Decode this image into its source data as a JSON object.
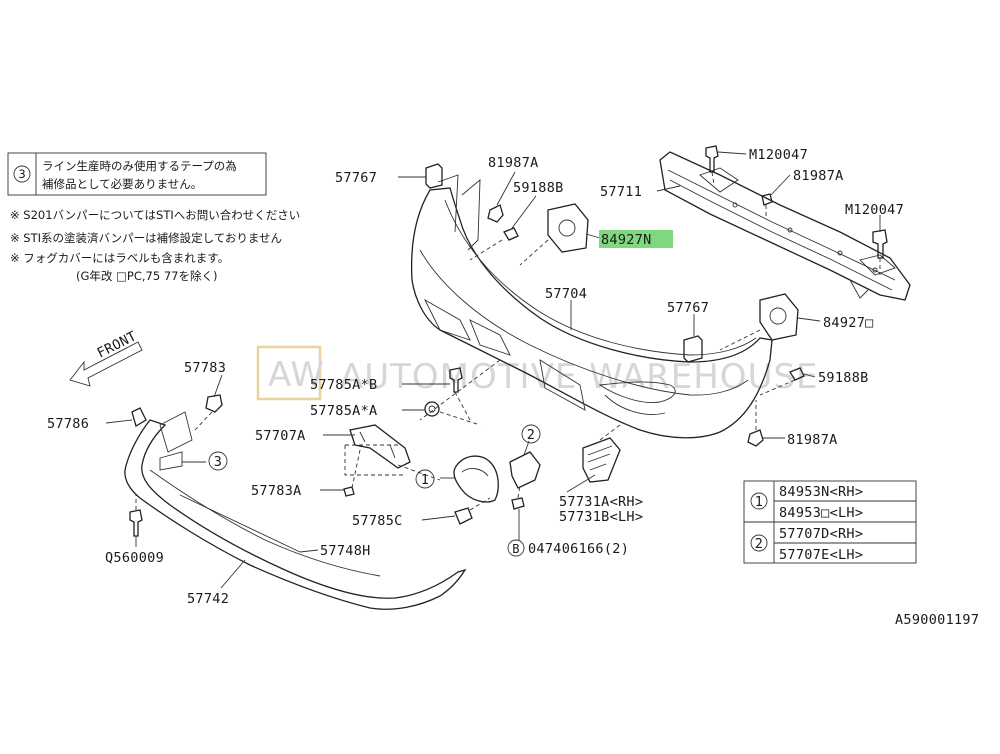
{
  "note_box": {
    "marker": "3",
    "line1": "ライン生産時のみ使用するテープの為",
    "line2": "補修品として必要ありません。"
  },
  "notes": [
    "※ S201バンパーについてはSTIへお問い合わせください",
    "※ STI系の塗装済バンパーは補修設定しておりません",
    "※ フォグカバーにはラベルも含まれます。",
    "(G年改 □PC,75 77を除く)"
  ],
  "front_label": "FRONT",
  "watermark": {
    "short": "AW",
    "long": "AUTOMOTIVE WAREHOUSE"
  },
  "labels": {
    "p57767a": "57767",
    "p81987a1": "81987A",
    "p59188b1": "59188B",
    "p84927n": "84927N",
    "p57711": "57711",
    "pm120047a": "M120047",
    "p81987a2": "81987A",
    "pm120047b": "M120047",
    "p57704": "57704",
    "p57767b": "57767",
    "p84927d": "84927□",
    "p59188b2": "59188B",
    "p81987a3": "81987A",
    "p57783a": "57783",
    "p57785ab": "57785A*B",
    "p57785aa": "57785A*A",
    "p57786": "57786",
    "p57707a": "57707A",
    "p57783b": "57783A",
    "p57785c": "57785C",
    "p57731a": "57731A<RH>",
    "p57731b": "57731B<LH>",
    "p047406166": "047406166(2)",
    "pq560009": "Q560009",
    "p57748h": "57748H",
    "p57742": "57742",
    "diagram_id": "A590001197"
  },
  "markers": {
    "one": "1",
    "two": "2",
    "three": "3",
    "b": "B"
  },
  "legend": [
    {
      "marker": "1",
      "rows": [
        "84953N<RH>",
        "84953□<LH>"
      ]
    },
    {
      "marker": "2",
      "rows": [
        "57707D<RH>",
        "57707E<LH>"
      ]
    }
  ],
  "colors": {
    "highlight": "#7fd77f",
    "line": "#222222",
    "watermark": "#cfcfcf"
  }
}
